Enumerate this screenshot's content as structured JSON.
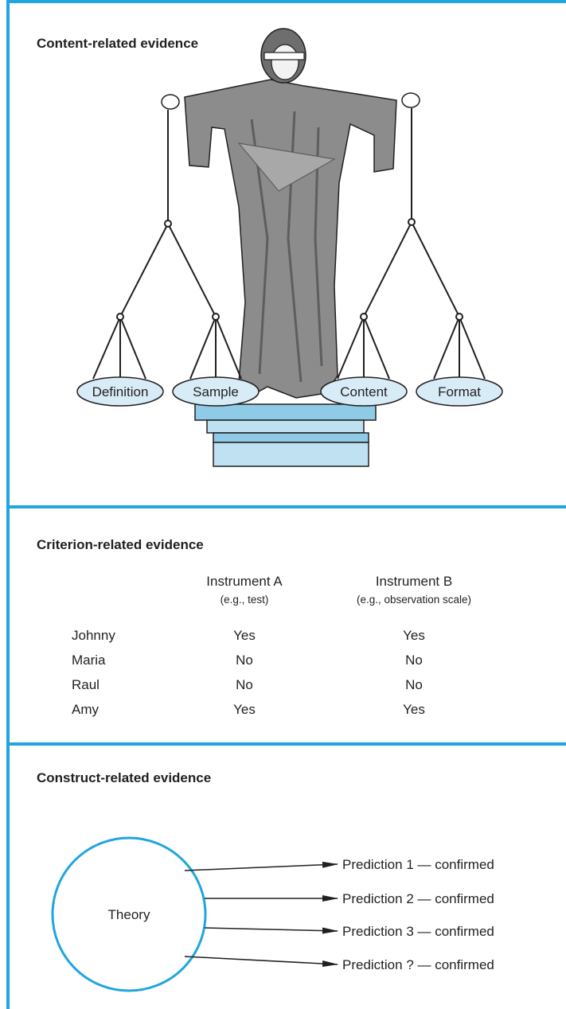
{
  "sections": {
    "content": {
      "title": "Content-related evidence",
      "pans": [
        "Definition",
        "Sample",
        "Content",
        "Format"
      ]
    },
    "criterion": {
      "title": "Criterion-related evidence",
      "columns": [
        {
          "header": "Instrument A",
          "sub": "(e.g., test)"
        },
        {
          "header": "Instrument B",
          "sub": "(e.g., observation scale)"
        }
      ],
      "rows": [
        {
          "name": "Johnny",
          "a": "Yes",
          "b": "Yes"
        },
        {
          "name": "Maria",
          "a": "No",
          "b": "No"
        },
        {
          "name": "Raul",
          "a": "No",
          "b": "No"
        },
        {
          "name": "Amy",
          "a": "Yes",
          "b": "Yes"
        }
      ]
    },
    "construct": {
      "title": "Construct-related evidence",
      "theory": "Theory",
      "predictions": [
        "Prediction 1 — confirmed",
        "Prediction 2 — confirmed",
        "Prediction 3 — confirmed",
        "Prediction ? — confirmed"
      ]
    }
  },
  "colors": {
    "rule": "#1fa6de",
    "pan_fill": "#d8ecf7",
    "pedestal_top": "#8fcbe6",
    "pedestal": "#bfe1f2",
    "robe": "#8c8c8c",
    "robe_dark": "#5e5e5e",
    "ink": "#231f20"
  }
}
